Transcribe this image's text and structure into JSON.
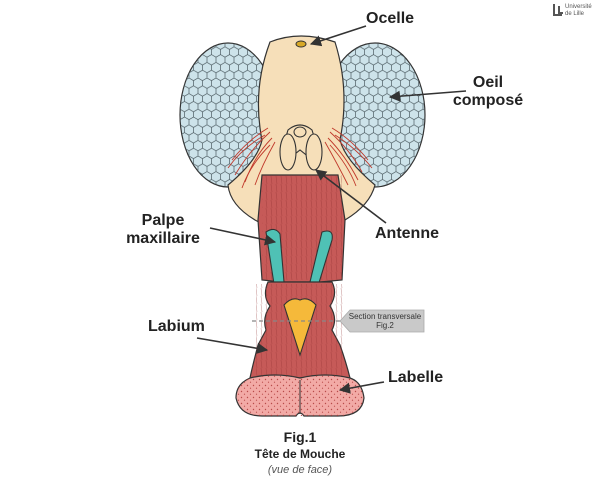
{
  "logo": {
    "line1": "Université",
    "line2": "de Lille"
  },
  "labels": {
    "ocelle": "Ocelle",
    "oeil_line1": "Oeil",
    "oeil_line2": "composé",
    "palpe_line1": "Palpe",
    "palpe_line2": "maxillaire",
    "antenne": "Antenne",
    "labium": "Labium",
    "labelle": "Labelle"
  },
  "section": {
    "line1": "Section transversale",
    "line2": "Fig.2"
  },
  "caption": {
    "fig": "Fig.1",
    "title": "Tête de Mouche",
    "subtitle": "(vue de face)"
  },
  "colors": {
    "eye": "#cde3ea",
    "head": "#f6dfb9",
    "proboscis": "#c65a58",
    "palp": "#4fc1b5",
    "labelle": "#f2aaa6",
    "triangle": "#f5b93a"
  }
}
